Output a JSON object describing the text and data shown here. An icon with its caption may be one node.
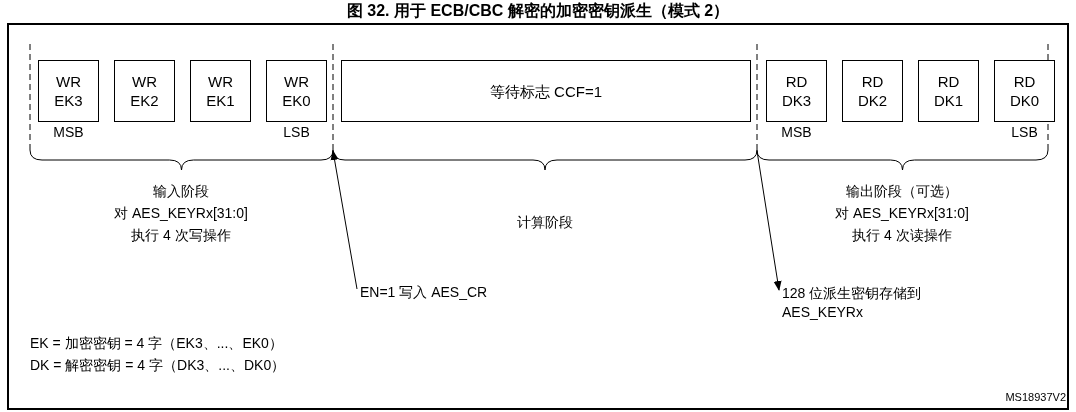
{
  "diagram": {
    "title": "图 32. 用于 ECB/CBC 解密的加密密钥派生（模式 2）",
    "nodes": [
      {
        "text": [
          "WR EK3"
        ],
        "beside": [
          "MSB"
        ]
      },
      {
        "text": [
          "WR EK2"
        ]
      },
      {
        "text": [
          "WR EK1"
        ]
      },
      {
        "text": [
          "WR EK0"
        ],
        "beside": [
          "LSB"
        ]
      },
      {
        "text": [
          "等待标志 CCF=1"
        ]
      },
      {
        "text": [
          "RD DK3"
        ],
        "beside": [
          "MSB"
        ]
      },
      {
        "text": [
          "RD DK2"
        ]
      },
      {
        "text": [
          "RD DK1"
        ]
      },
      {
        "text": [
          "RD DK0"
        ],
        "beside": [
          "LSB"
        ]
      },
      {
        "text": [
          "EN=1 写入 AES_CR"
        ]
      },
      {
        "text": [
          "128 位派生密钥存储到 AES_KEYRx"
        ]
      },
      {
        "text": [],
        "shape": "line"
      },
      {
        "text": [],
        "shape": "line"
      },
      {
        "text": [],
        "shape": "line"
      },
      {
        "text": [],
        "shape": "line"
      }
    ],
    "edges": [
      {
        "from": 9,
        "to": 12,
        "arrow": "to"
      },
      {
        "from": 13,
        "to": 10,
        "arrow": "to"
      }
    ],
    "labels": [
      "输入阶段",
      "对 AES_KEYRx[31:0]",
      "执行 4 次写操作",
      "计算阶段",
      "输出阶段（可选）",
      "对 AES_KEYRx[31:0]",
      "执行 4 次读操作",
      "EK = 加密密钥 = 4 字（EK3、...、EK0）",
      "DK = 解密密钥 = 4 字（DK3、...、DK0）",
      "MS18937V2"
    ]
  }
}
